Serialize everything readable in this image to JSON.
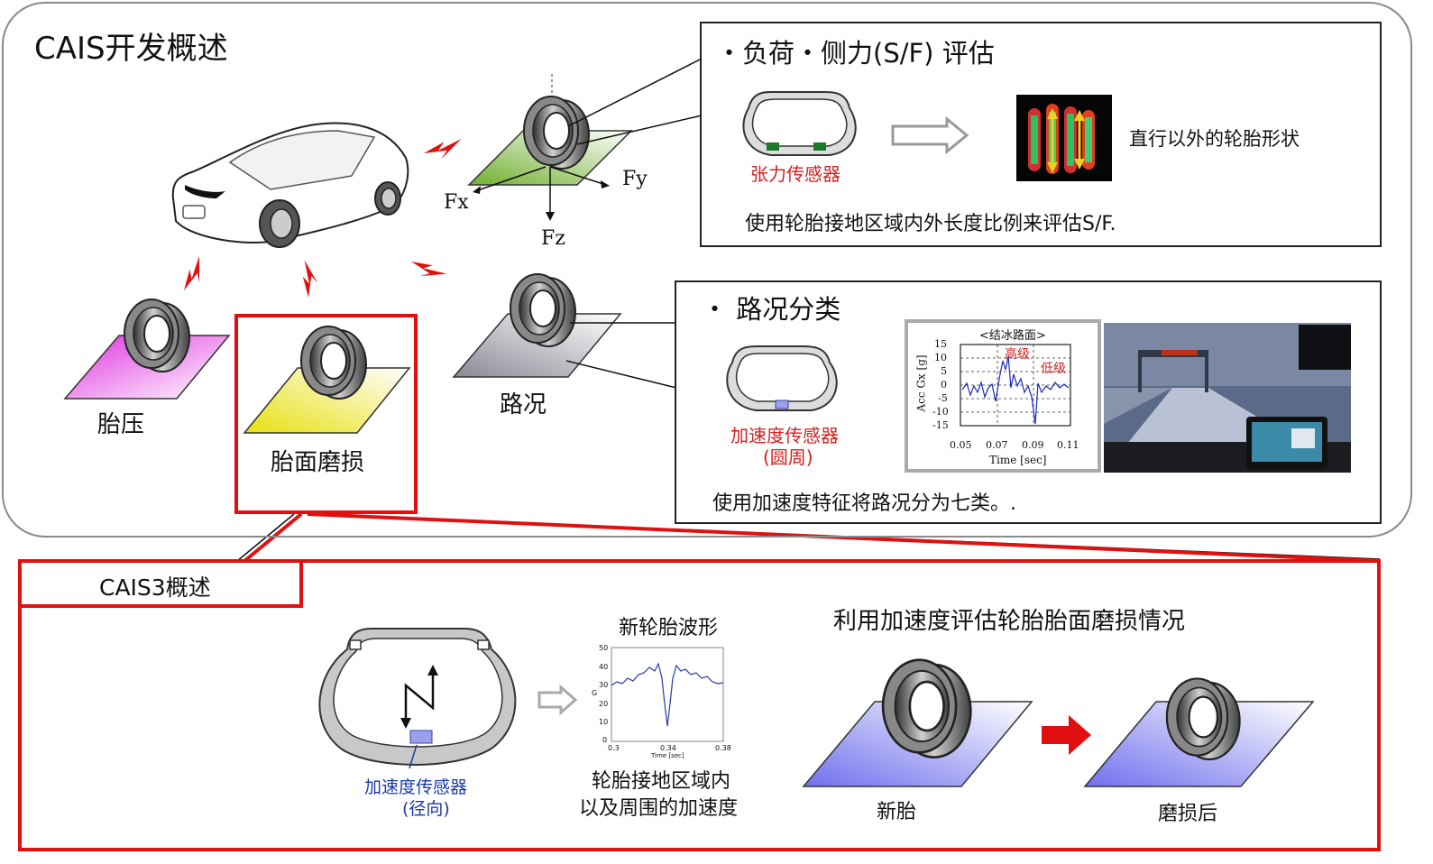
{
  "title": "CAIS开发概述",
  "force_labels": {
    "fx": "Fx",
    "fy": "Fy",
    "fz": "Fz"
  },
  "labels": {
    "pressure": "胎压",
    "wear": "胎面磨损",
    "road": "路况"
  },
  "load_panel": {
    "heading": "・负荷・侧力(S/F) 评估",
    "sensor": "张力传感器",
    "shape": "直行以外的轮胎形状",
    "desc": "使用轮胎接地区域内外长度比例来评估S/F."
  },
  "road_panel": {
    "heading": "・ 路况分类",
    "sensor_line1": "加速度传感器",
    "sensor_line2": "(圆周)",
    "desc": "使用加速度特征将路况分为七类。.",
    "chart": {
      "title": "<结冰路面>",
      "ann_high": "高级",
      "ann_low": "低级",
      "ylabel": "Acc Gx [g]",
      "xlabel": "Time [sec]",
      "yticks": [
        "15",
        "10",
        "5",
        "0",
        "-5",
        "-10",
        "-15"
      ],
      "xticks": [
        "0.05",
        "0.07",
        "0.09",
        "0.11"
      ]
    }
  },
  "cais3": {
    "title": "CAIS3概述",
    "sensor_line1": "加速度传感器",
    "sensor_line2": "(径向)",
    "wave_title": "新轮胎波形",
    "wave_desc1": "轮胎接地区域内",
    "wave_desc2": "以及周围的加速度",
    "wear_title": "利用加速度评估轮胎胎面磨损情况",
    "new_tire": "新胎",
    "worn_tire": "磨损后",
    "wave_chart": {
      "ylabel": "G",
      "xlabel": "Time [sec]",
      "yticks": [
        "50",
        "40",
        "30",
        "20",
        "10",
        "0"
      ],
      "xticks": [
        "0.3",
        "0.34",
        "0.38"
      ]
    }
  },
  "colors": {
    "accent_red": "#e01010",
    "sensor_red": "#d42020",
    "sensor_blue": "#1a3aa8",
    "pad_magenta": "#e040e0",
    "pad_yellow": "#e8e020",
    "pad_green": "#80c040",
    "pad_gray": "#a0a0a8",
    "pad_purple": "#8080f0"
  }
}
